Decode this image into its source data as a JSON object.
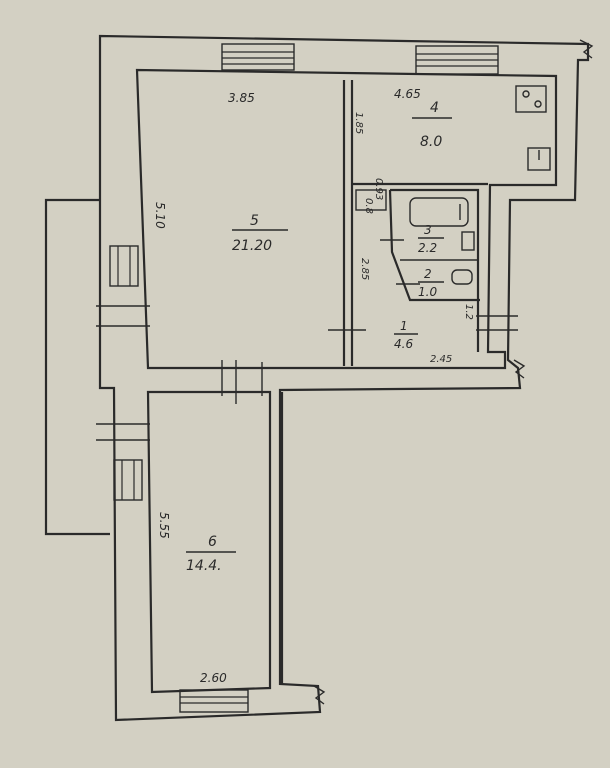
{
  "rooms": [
    {
      "number": "5",
      "area": "21.20"
    },
    {
      "number": "4",
      "area": "8.0"
    },
    {
      "number": "3",
      "area": "2.2"
    },
    {
      "number": "2",
      "area": "1.0"
    },
    {
      "number": "1",
      "area": "4.6"
    },
    {
      "number": "6",
      "area": "14.4."
    }
  ],
  "dimensions": {
    "room5_top": "3.85",
    "room5_left": "5.10",
    "room4_top": "4.65",
    "room4_left": "1.85",
    "hall_left": "2.85",
    "hall_bottom": "2.45",
    "hall_right": "1.2",
    "bath_small_a": "0.93",
    "bath_small_b": "0.8",
    "room6_left": "5.55",
    "room6_bottom": "2.60"
  }
}
